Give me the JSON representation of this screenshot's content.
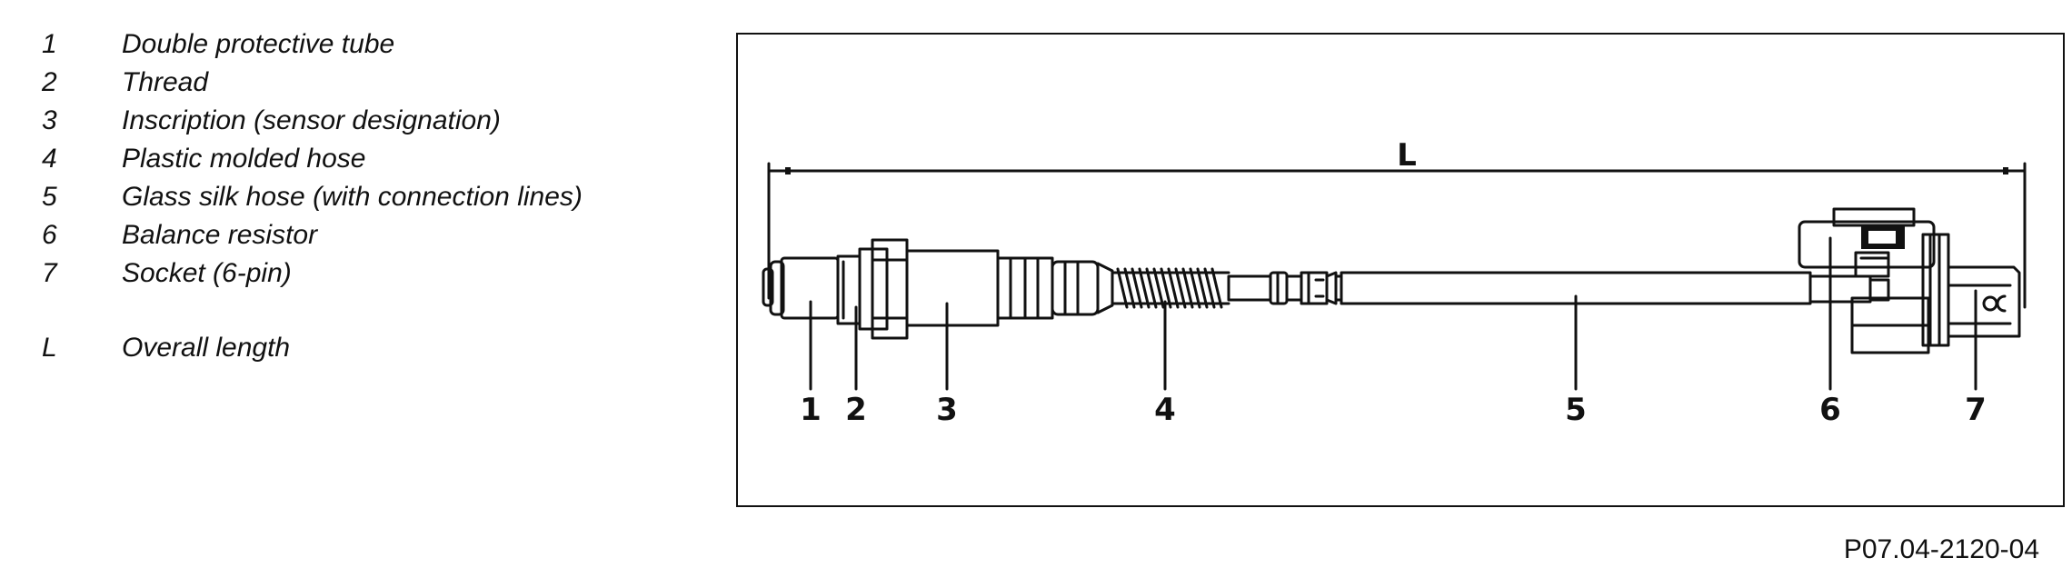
{
  "legend": {
    "items": [
      {
        "num": "1",
        "label": "Double protective tube"
      },
      {
        "num": "2",
        "label": "Thread"
      },
      {
        "num": "3",
        "label": "Inscription (sensor designation)"
      },
      {
        "num": "4",
        "label": "Plastic molded hose"
      },
      {
        "num": "5",
        "label": "Glass silk hose (with connection lines)"
      },
      {
        "num": "6",
        "label": "Balance resistor"
      },
      {
        "num": "7",
        "label": "Socket (6-pin)"
      }
    ],
    "overall": {
      "num": "L",
      "label": "Overall length"
    }
  },
  "diagram": {
    "dimension_label": "L",
    "callouts": [
      "1",
      "2",
      "3",
      "4",
      "5",
      "6",
      "7"
    ]
  },
  "figure_id": "P07.04-2120-04"
}
